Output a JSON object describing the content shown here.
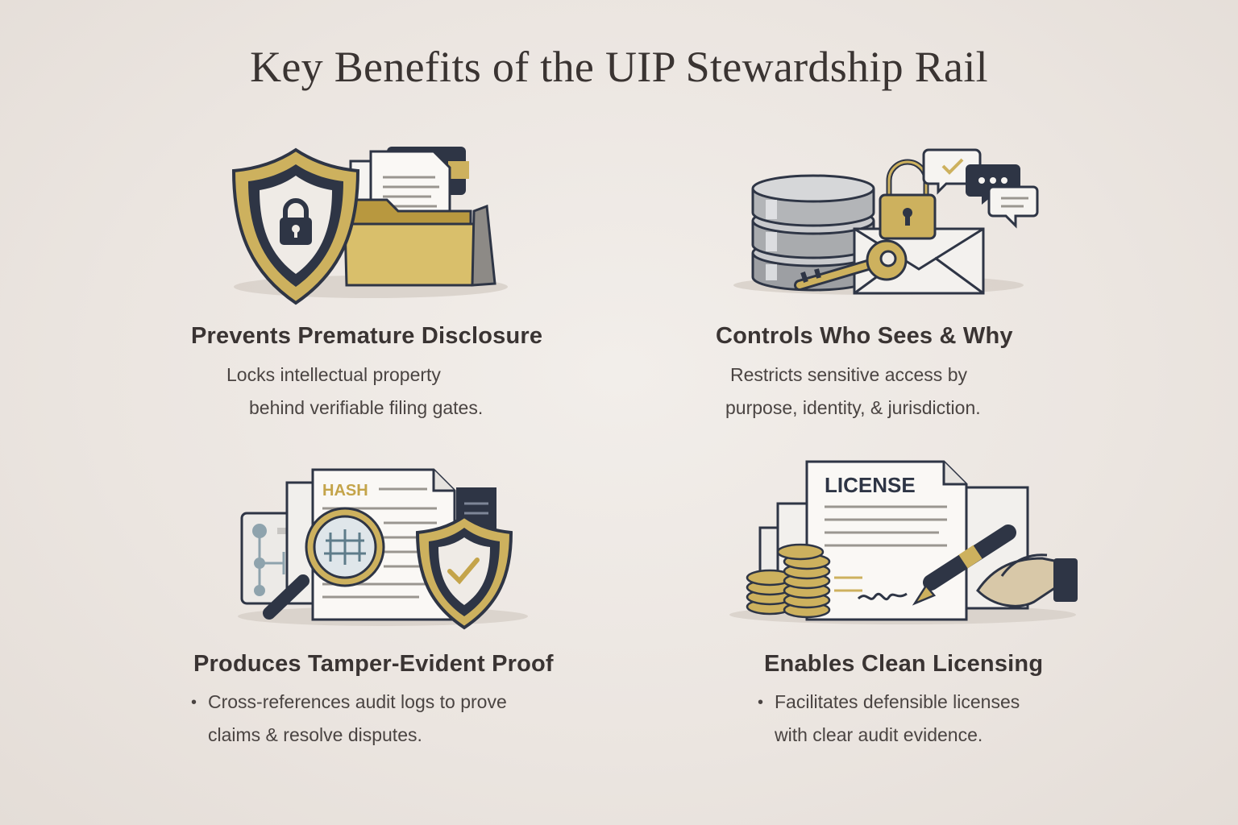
{
  "page": {
    "title": "Key Benefits of the UIP Stewardship Rail"
  },
  "cards": [
    {
      "heading": "Prevents Premature Disclosure",
      "lines": [
        "Locks intellectual property",
        "behind verifiable filing gates."
      ],
      "icons": [
        "shield-lock-icon",
        "folder-documents-icon"
      ]
    },
    {
      "heading": "Controls Who Sees & Why",
      "lines": [
        "Restricts sensitive access by",
        "purpose, identity, & jurisdiction."
      ],
      "icons": [
        "database-icon",
        "padlock-icon",
        "key-icon",
        "envelope-icon",
        "chat-bubbles-icon"
      ]
    },
    {
      "heading": "Produces Tamper-Evident Proof",
      "bullet": "•",
      "lines": [
        "Cross-references audit logs to prove",
        "claims & resolve disputes."
      ],
      "hash_label": "HASH",
      "icons": [
        "hash-document-icon",
        "magnifier-icon",
        "shield-check-icon"
      ]
    },
    {
      "heading": "Enables Clean Licensing",
      "bullet": "•",
      "lines": [
        "Facilitates defensible licenses",
        "with clear audit evidence."
      ],
      "license_label": "LICENSE",
      "icons": [
        "license-document-icon",
        "coin-stack-icon",
        "pen-icon",
        "handshake-icon"
      ]
    }
  ],
  "colors": {
    "navy": "#2e3545",
    "gold": "#cdb15e",
    "gold_dark": "#a88a3a",
    "paper": "#f6f4f1",
    "background": "#ece6e1"
  }
}
